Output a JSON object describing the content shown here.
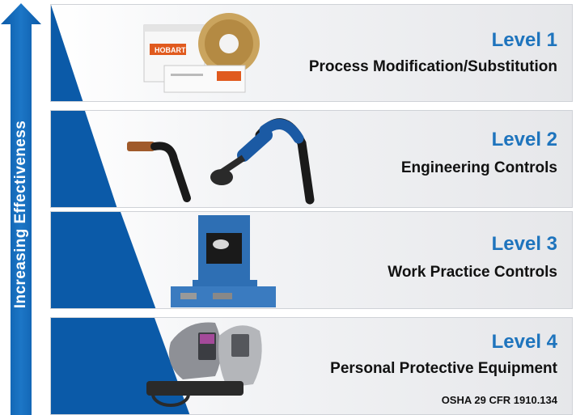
{
  "arrow_label": "Increasing Effectiveness",
  "colors": {
    "brand_blue": "#1e74bd",
    "dark_blue": "#0a4c90",
    "text": "#111111"
  },
  "levels": [
    {
      "level": "Level 1",
      "title": "Process Modification/Substitution",
      "image": "hobart-boxes-and-wire-spool"
    },
    {
      "level": "Level 2",
      "title": "Engineering Controls",
      "image": "welding-gun-and-fume-extraction-arm"
    },
    {
      "level": "Level 3",
      "title": "Work Practice Controls",
      "image": "welding-training-booth"
    },
    {
      "level": "Level 4",
      "title": "Personal Protective Equipment",
      "image": "welding-helmets",
      "note": "OSHA 29 CFR 1910.134"
    }
  ]
}
